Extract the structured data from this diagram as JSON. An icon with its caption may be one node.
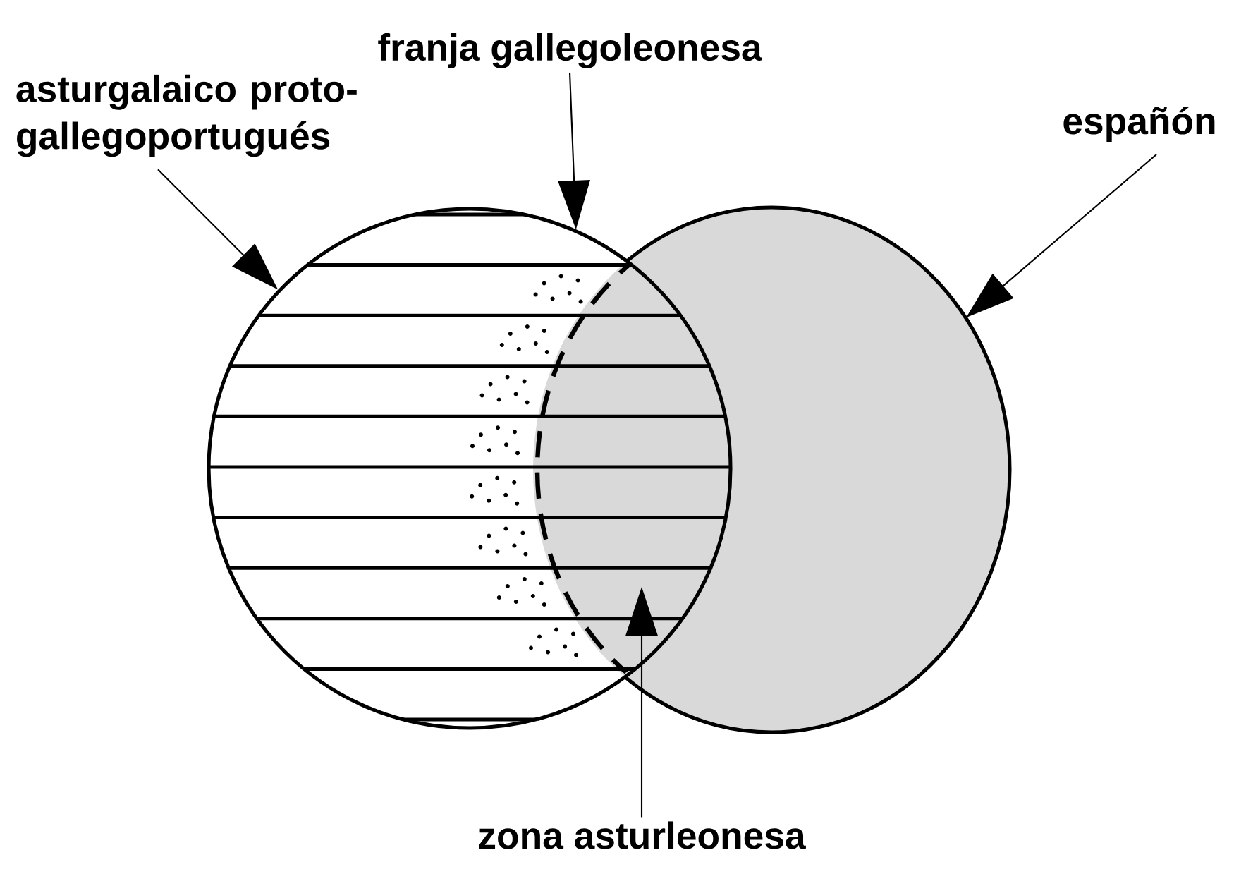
{
  "diagram": {
    "nodes": [
      {
        "text": [
          "franja gallegoleonesa"
        ]
      },
      {
        "text": [
          "asturgalaico proto-gallegoportugués"
        ]
      },
      {
        "text": [
          "españón"
        ]
      },
      {
        "text": [],
        "shape": "circle"
      },
      {
        "text": [],
        "shape": "circle"
      },
      {
        "text": [
          "zona asturleonesa"
        ]
      }
    ],
    "edges": [
      {
        "from": 1,
        "to": 3,
        "arrow": "to"
      },
      {
        "from": 0,
        "to": 3,
        "arrow": "to"
      },
      {
        "from": 2,
        "to": 4,
        "arrow": "to"
      },
      {
        "from": 5,
        "to": 4,
        "arrow": "to"
      }
    ]
  }
}
